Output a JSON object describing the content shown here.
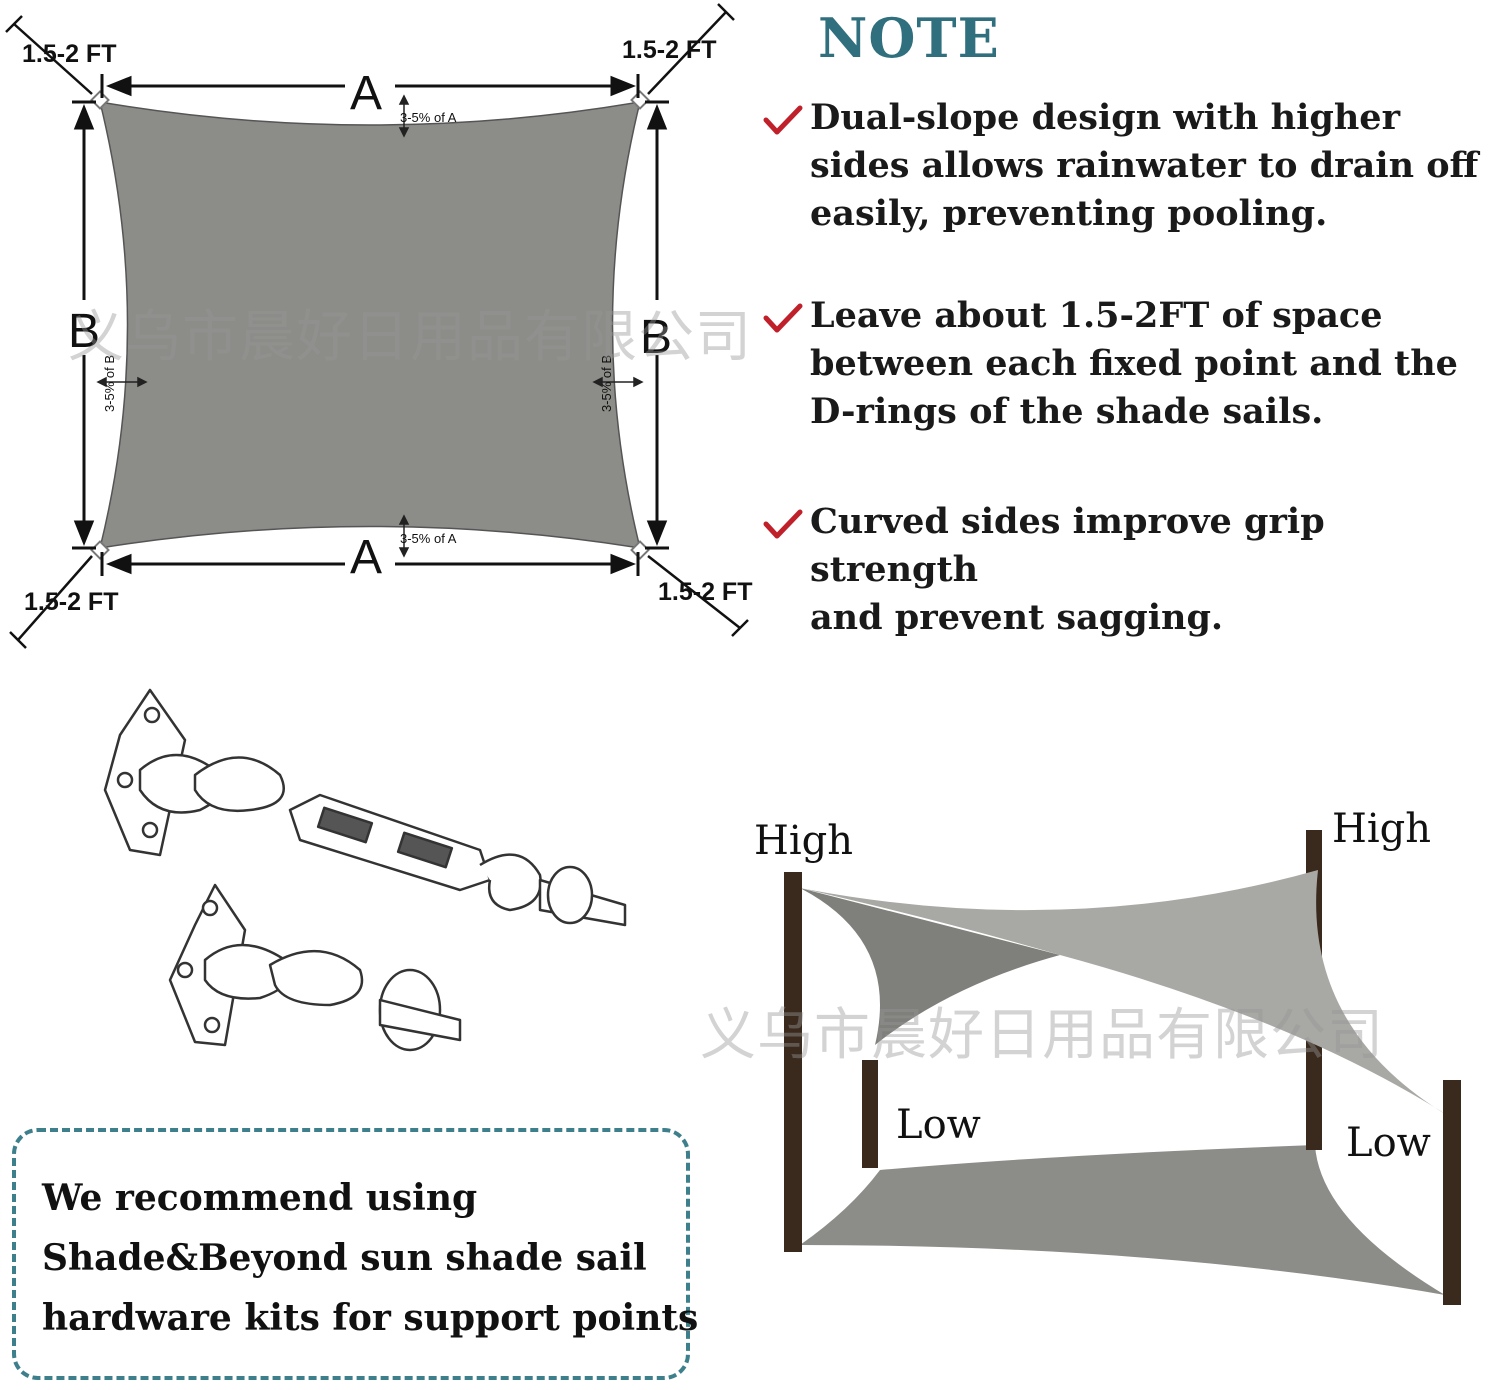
{
  "note": {
    "title": "NOTE",
    "items": [
      {
        "icon": "checkmark-icon",
        "lines": [
          "Dual-slope design with higher",
          "sides allows rainwater to drain off",
          "easily, preventing pooling."
        ]
      },
      {
        "icon": "checkmark-icon",
        "lines": [
          "Leave about 1.5-2FT of space",
          "between each fixed point and the",
          "D-rings of the shade sails."
        ]
      },
      {
        "icon": "checkmark-icon",
        "lines": [
          "Curved sides improve grip strength",
          "and prevent sagging."
        ]
      }
    ]
  },
  "diagram": {
    "distance_label": "1.5-2 FT",
    "side_a": "A",
    "side_b": "B",
    "sag_a": "3-5% of A",
    "sag_b": "3-5% of B"
  },
  "install": {
    "high_label": "High",
    "low_label": "Low"
  },
  "recommend": {
    "lines": [
      "We recommend using",
      "Shade&Beyond sun shade sail",
      "hardware kits for support points"
    ]
  },
  "watermark": "义乌市晨好日用品有限公司",
  "colors": {
    "sail": "#8c8c88",
    "sail_light": "#b0b0ac",
    "post": "#3a2a1e",
    "check": "#c0202a",
    "title": "#2f6f7e",
    "dash_border": "#3e7f8c"
  }
}
